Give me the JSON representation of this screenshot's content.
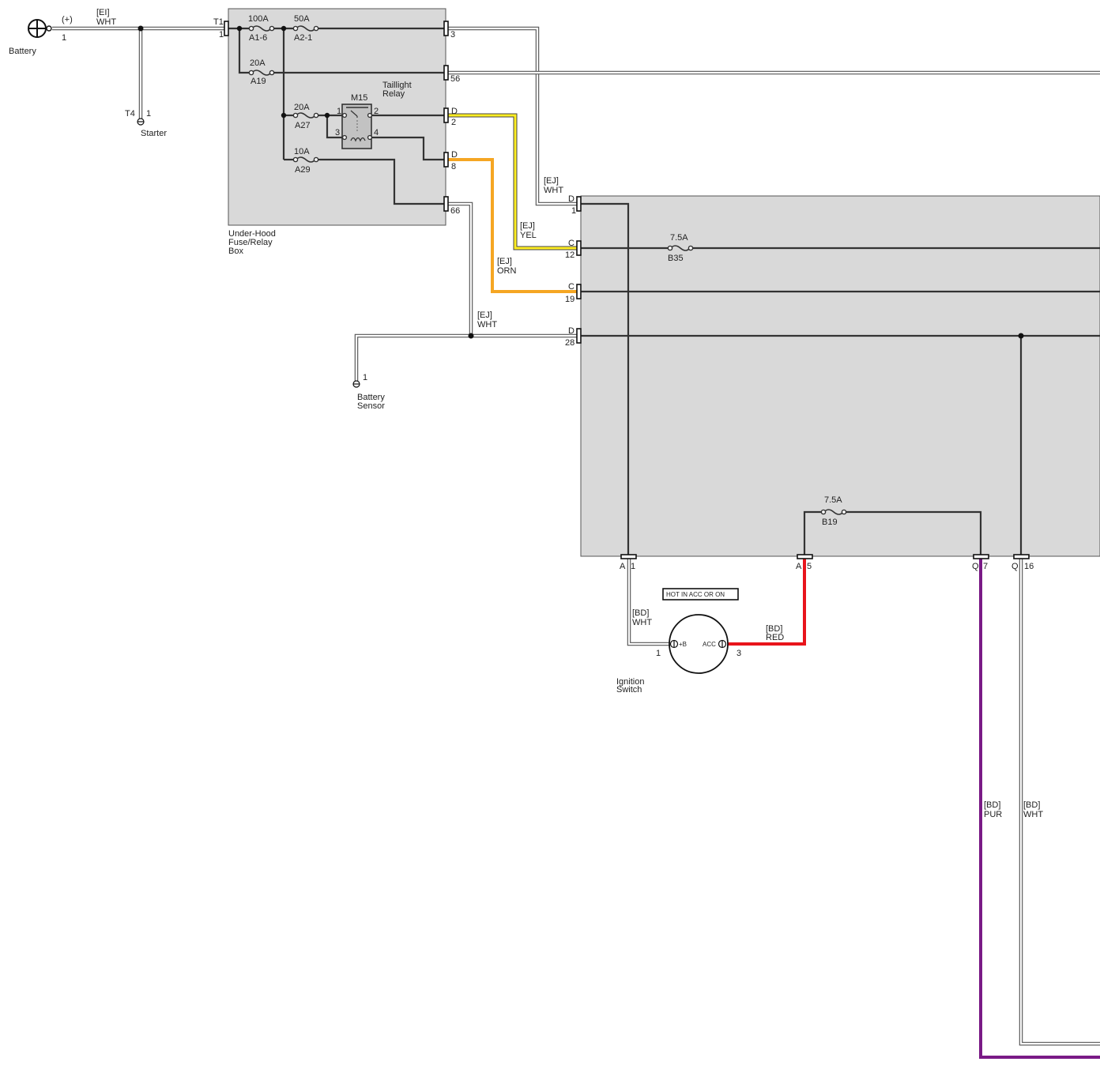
{
  "battery": {
    "label": "Battery",
    "polarity": "(+)",
    "pin": "1",
    "wire": {
      "harness": "[EI]",
      "color": "WHT"
    }
  },
  "starter": {
    "label": "Starter",
    "connector": "T4",
    "pin": "1"
  },
  "fuse_box": {
    "label_lines": [
      "Under-Hood",
      "Fuse/Relay",
      "Box"
    ],
    "input": {
      "connector": "T1",
      "pin": "1"
    },
    "fuses": [
      {
        "amp": "100A",
        "id": "A1-6"
      },
      {
        "amp": "50A",
        "id": "A2-1"
      },
      {
        "amp": "20A",
        "id": "A19"
      },
      {
        "amp": "20A",
        "id": "A27"
      },
      {
        "amp": "10A",
        "id": "A29"
      }
    ],
    "relay": {
      "id": "M15",
      "name_lines": [
        "Taillight",
        "Relay"
      ],
      "pins": [
        "1",
        "2",
        "3",
        "4"
      ]
    },
    "outputs": [
      {
        "letter": "",
        "pin": "3"
      },
      {
        "letter": "",
        "pin": "56"
      },
      {
        "letter": "D",
        "pin": "2"
      },
      {
        "letter": "D",
        "pin": "8"
      },
      {
        "letter": "",
        "pin": "66"
      }
    ]
  },
  "wires": {
    "ej_wht_top": {
      "harness": "[EJ]",
      "color": "WHT"
    },
    "ej_yel": {
      "harness": "[EJ]",
      "color": "YEL"
    },
    "ej_orn": {
      "harness": "[EJ]",
      "color": "ORN"
    },
    "ej_wht_sensor": {
      "harness": "[EJ]",
      "color": "WHT"
    },
    "bd_wht_ign": {
      "harness": "[BD]",
      "color": "WHT"
    },
    "bd_red": {
      "harness": "[BD]",
      "color": "RED"
    },
    "bd_pur": {
      "harness": "[BD]",
      "color": "PUR"
    },
    "bd_wht_right": {
      "harness": "[BD]",
      "color": "WHT"
    }
  },
  "battery_sensor": {
    "label_lines": [
      "Battery",
      "Sensor"
    ],
    "pin": "1"
  },
  "module": {
    "left_pins": [
      {
        "letter": "D",
        "pin": "1"
      },
      {
        "letter": "C",
        "pin": "12"
      },
      {
        "letter": "C",
        "pin": "19"
      },
      {
        "letter": "D",
        "pin": "28"
      }
    ],
    "fuses": [
      {
        "amp": "7.5A",
        "id": "B35"
      },
      {
        "amp": "7.5A",
        "id": "B19"
      }
    ],
    "bottom_pins": [
      {
        "letter": "A",
        "pin": "1"
      },
      {
        "letter": "A",
        "pin": "5"
      },
      {
        "letter": "Q",
        "pin": "7"
      },
      {
        "letter": "Q",
        "pin": "16"
      }
    ]
  },
  "ignition_switch": {
    "label_lines": [
      "Ignition",
      "Switch"
    ],
    "note": "HOT IN ACC OR ON",
    "terminal_b": "+B",
    "terminal_acc": "ACC",
    "pin_b": "1",
    "pin_acc": "3"
  }
}
